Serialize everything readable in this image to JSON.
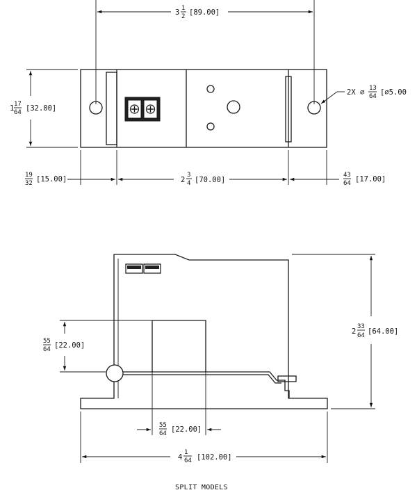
{
  "dimensions": {
    "top_width": {
      "whole": "3",
      "num": "1",
      "den": "2",
      "metric": "[89.00]"
    },
    "top_height": {
      "whole": "1",
      "num": "17",
      "den": "64",
      "metric": "[32.00]"
    },
    "hole_note": {
      "prefix": "2X ⌀",
      "num": "13",
      "den": "64",
      "metric": "[⌀5.00"
    },
    "left_offset": {
      "whole": "",
      "num": "19",
      "den": "32",
      "metric": "[15.00]"
    },
    "middle_span": {
      "whole": "2",
      "num": "3",
      "den": "4",
      "metric": "[70.00]"
    },
    "right_offset": {
      "whole": "",
      "num": "43",
      "den": "64",
      "metric": "[17.00]"
    },
    "window_height": {
      "whole": "",
      "num": "55",
      "den": "64",
      "metric": "[22.00]"
    },
    "total_height": {
      "whole": "2",
      "num": "33",
      "den": "64",
      "metric": "[64.00]"
    },
    "window_width": {
      "whole": "",
      "num": "55",
      "den": "64",
      "metric": "[22.00]"
    },
    "base_width": {
      "whole": "4",
      "num": "1",
      "den": "64",
      "metric": "[102.00]"
    }
  },
  "caption": "SPLIT MODELS"
}
